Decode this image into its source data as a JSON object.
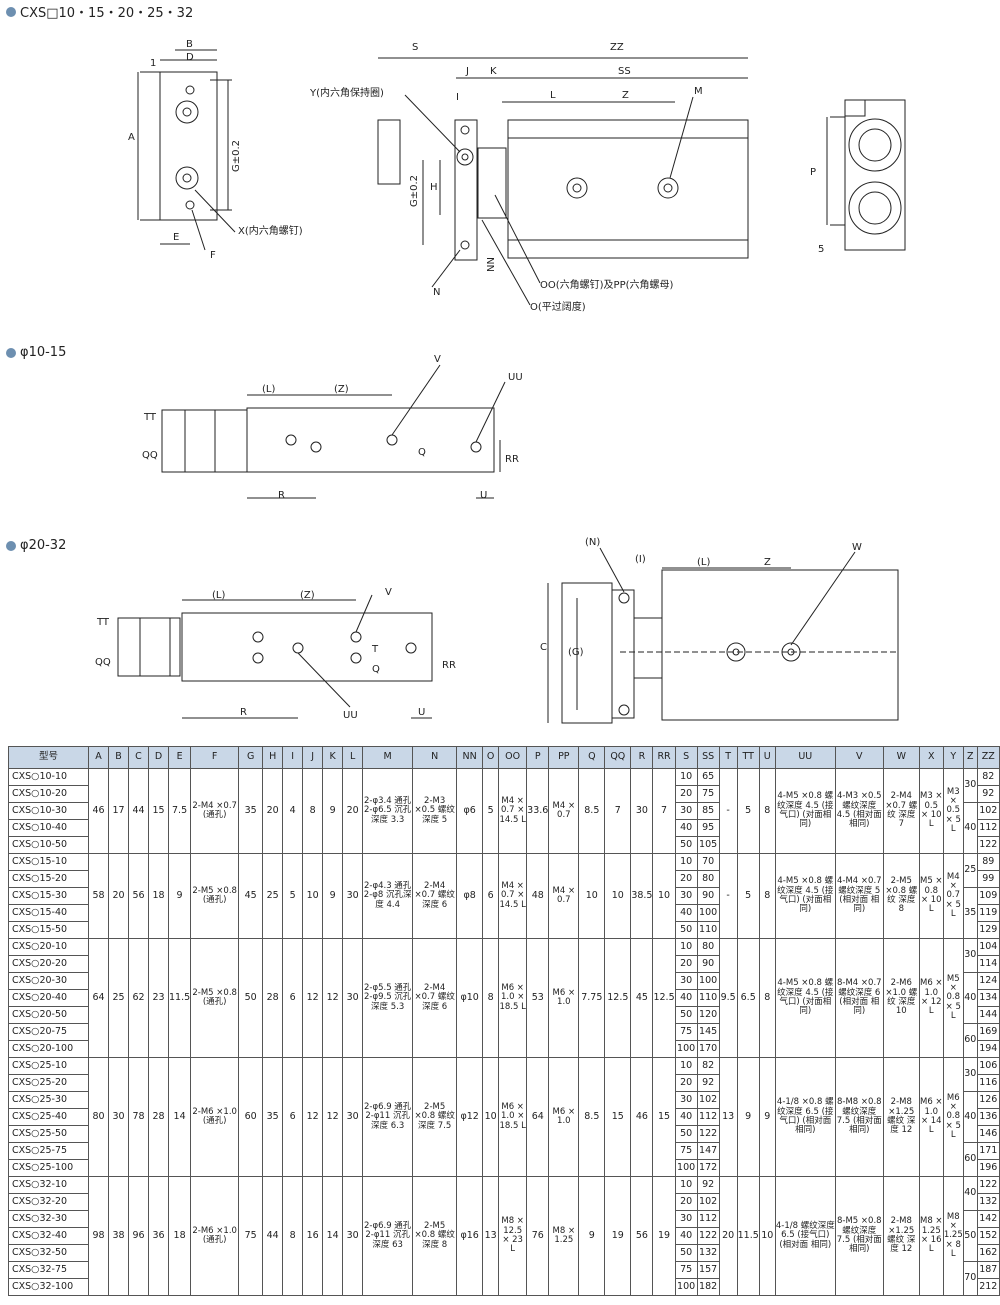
{
  "sections": {
    "s1": "CXS□10・15・20・25・32",
    "s2": "φ10-15",
    "s3": "φ20-32"
  },
  "diagram_labels": {
    "B": "B",
    "D": "D",
    "one": "1",
    "A": "A",
    "G": "G±0.2",
    "E": "E",
    "F": "F",
    "X": "X(内六角螺钉)",
    "S": "S",
    "ZZ": "ZZ",
    "J": "J",
    "K": "K",
    "SS": "SS",
    "L": "L",
    "Z": "Z",
    "M": "M",
    "I": "I",
    "Y": "Y(内六角保持圈)",
    "H": "H",
    "N": "N",
    "NN": "NN",
    "OO": "OO(六角螺钉)及PP(六角螺母)",
    "O": "O(平过阔度)",
    "P": "P",
    "five": "5",
    "Lp": "(L)",
    "Zp": "(Z)",
    "V": "V",
    "UU": "UU",
    "TT": "TT",
    "QQ": "QQ",
    "Q": "Q",
    "RR": "RR",
    "R": "R",
    "U": "U",
    "T": "T",
    "Np": "(N)",
    "Ip": "(I)",
    "W": "W",
    "C": "C",
    "Gp": "(G)"
  },
  "table": {
    "headers": [
      "型号",
      "A",
      "B",
      "C",
      "D",
      "E",
      "F",
      "G",
      "H",
      "I",
      "J",
      "K",
      "L",
      "M",
      "N",
      "NN",
      "O",
      "OO",
      "P",
      "PP",
      "Q",
      "QQ",
      "R",
      "RR",
      "S",
      "SS",
      "T",
      "TT",
      "U",
      "UU",
      "V",
      "W",
      "X",
      "Y",
      "Z",
      "ZZ"
    ],
    "groups": [
      {
        "models": [
          "CXS○10-10",
          "CXS○10-20",
          "CXS○10-30",
          "CXS○10-40",
          "CXS○10-50"
        ],
        "A": "46",
        "B": "17",
        "C": "44",
        "D": "15",
        "E": "7.5",
        "F": "2-M4 ×0.7 (通孔)",
        "G": "35",
        "H": "20",
        "I": "4",
        "J": "8",
        "K": "9",
        "L": "20",
        "M": "2-φ3.4 通孔 2-φ6.5 沉孔深度 3.3",
        "N": "2-M3 ×0.5 螺纹 深度 5",
        "NN": "φ6",
        "O": "5",
        "OO": "M4 × 0.7 × 14.5 L",
        "P": "33.6",
        "PP": "M4 × 0.7",
        "Q": "8.5",
        "QQ": "7",
        "R": "30",
        "RR": "7",
        "S": [
          "10",
          "20",
          "30",
          "40",
          "50"
        ],
        "SS": [
          "65",
          "75",
          "85",
          "95",
          "105"
        ],
        "T": "-",
        "TT": "5",
        "U": "8",
        "UU": "4-M5 ×0.8 螺纹深度 4.5 (接气口) (对面相同)",
        "V": "4-M3 ×0.5 螺纹深度 4.5 (相对面 相同)",
        "W": "2-M4 ×0.7 螺纹 深度 7",
        "X": "M3 × 0.5 × 10 L",
        "Y": "M3 × 0.5 × 5 L",
        "Z": [
          {
            "v": "30",
            "span": 2
          },
          {
            "v": "40",
            "span": 3
          }
        ],
        "ZZ": [
          "82",
          "92",
          "102",
          "112",
          "122"
        ]
      },
      {
        "models": [
          "CXS○15-10",
          "CXS○15-20",
          "CXS○15-30",
          "CXS○15-40",
          "CXS○15-50"
        ],
        "A": "58",
        "B": "20",
        "C": "56",
        "D": "18",
        "E": "9",
        "F": "2-M5 ×0.8 (通孔)",
        "G": "45",
        "H": "25",
        "I": "5",
        "J": "10",
        "K": "9",
        "L": "30",
        "M": "2-φ4.3 通孔 2-φ8 沉孔深度 4.4",
        "N": "2-M4 ×0.7 螺纹 深度 6",
        "NN": "φ8",
        "O": "6",
        "OO": "M4 × 0.7 × 14.5 L",
        "P": "48",
        "PP": "M4 × 0.7",
        "Q": "10",
        "QQ": "10",
        "R": "38.5",
        "RR": "10",
        "S": [
          "10",
          "20",
          "30",
          "40",
          "50"
        ],
        "SS": [
          "70",
          "80",
          "90",
          "100",
          "110"
        ],
        "T": "-",
        "TT": "5",
        "U": "8",
        "UU": "4-M5 ×0.8 螺纹深度 4.5 (接气口) (对面相同)",
        "V": "4-M4 ×0.7 螺纹深度 5 (相对面 相同)",
        "W": "2-M5 ×0.8 螺纹 深度 8",
        "X": "M5 × 0.8 × 10 L",
        "Y": "M4 × 0.7 × 5 L",
        "Z": [
          {
            "v": "25",
            "span": 2
          },
          {
            "v": "35",
            "span": 3
          }
        ],
        "ZZ": [
          "89",
          "99",
          "109",
          "119",
          "129"
        ]
      },
      {
        "models": [
          "CXS○20-10",
          "CXS○20-20",
          "CXS○20-30",
          "CXS○20-40",
          "CXS○20-50",
          "CXS○20-75",
          "CXS○20-100"
        ],
        "A": "64",
        "B": "25",
        "C": "62",
        "D": "23",
        "E": "11.5",
        "F": "2-M5 ×0.8 (通孔)",
        "G": "50",
        "H": "28",
        "I": "6",
        "J": "12",
        "K": "12",
        "L": "30",
        "M": "2-φ5.5 通孔 2-φ9.5 沉孔深度 5.3",
        "N": "2-M4 ×0.7 螺纹 深度 6",
        "NN": "φ10",
        "O": "8",
        "OO": "M6 × 1.0 × 18.5 L",
        "P": "53",
        "PP": "M6 × 1.0",
        "Q": "7.75",
        "QQ": "12.5",
        "R": "45",
        "RR": "12.5",
        "S": [
          "10",
          "20",
          "30",
          "40",
          "50",
          "75",
          "100"
        ],
        "SS": [
          "80",
          "90",
          "100",
          "110",
          "120",
          "145",
          "170"
        ],
        "T": "9.5",
        "TT": "6.5",
        "U": "8",
        "UU": "4-M5 ×0.8 螺纹深度 4.5 (接气口) (对面相同)",
        "V": "8-M4 ×0.7 螺纹深度 6 (相对面 相同)",
        "W": "2-M6 ×1.0 螺纹 深度 10",
        "X": "M6 × 1.0 × 12 L",
        "Y": "M5 × 0.8 × 5 L",
        "Z": [
          {
            "v": "30",
            "span": 2
          },
          {
            "v": "40",
            "span": 3
          },
          {
            "v": "60",
            "span": 2
          }
        ],
        "ZZ": [
          "104",
          "114",
          "124",
          "134",
          "144",
          "169",
          "194"
        ]
      },
      {
        "models": [
          "CXS○25-10",
          "CXS○25-20",
          "CXS○25-30",
          "CXS○25-40",
          "CXS○25-50",
          "CXS○25-75",
          "CXS○25-100"
        ],
        "A": "80",
        "B": "30",
        "C": "78",
        "D": "28",
        "E": "14",
        "F": "2-M6 ×1.0 (通孔)",
        "G": "60",
        "H": "35",
        "I": "6",
        "J": "12",
        "K": "12",
        "L": "30",
        "M": "2-φ6.9 通孔 2-φ11 沉孔深度 6.3",
        "N": "2-M5 ×0.8 螺纹 深度 7.5",
        "NN": "φ12",
        "O": "10",
        "OO": "M6 × 1.0 × 18.5 L",
        "P": "64",
        "PP": "M6 × 1.0",
        "Q": "8.5",
        "QQ": "15",
        "R": "46",
        "RR": "15",
        "S": [
          "10",
          "20",
          "30",
          "40",
          "50",
          "75",
          "100"
        ],
        "SS": [
          "82",
          "92",
          "102",
          "112",
          "122",
          "147",
          "172"
        ],
        "T": "13",
        "TT": "9",
        "U": "9",
        "UU": "4-1/8 ×0.8 螺纹深度 6.5 (接气口) (相对面 相同)",
        "V": "8-M8 ×0.8 螺纹深度 7.5 (相对面 相同)",
        "W": "2-M8 ×1.25 螺纹 深度 12",
        "X": "M6 × 1.0 × 14 L",
        "Y": "M6 × 0.8 × 5 L",
        "Z": [
          {
            "v": "30",
            "span": 2
          },
          {
            "v": "40",
            "span": 3
          },
          {
            "v": "60",
            "span": 2
          }
        ],
        "ZZ": [
          "106",
          "116",
          "126",
          "136",
          "146",
          "171",
          "196"
        ]
      },
      {
        "models": [
          "CXS○32-10",
          "CXS○32-20",
          "CXS○32-30",
          "CXS○32-40",
          "CXS○32-50",
          "CXS○32-75",
          "CXS○32-100"
        ],
        "A": "98",
        "B": "38",
        "C": "96",
        "D": "36",
        "E": "18",
        "F": "2-M6 ×1.0 (通孔)",
        "G": "75",
        "H": "44",
        "I": "8",
        "J": "16",
        "K": "14",
        "L": "30",
        "M": "2-φ6.9 通孔 2-φ11 沉孔深度 63",
        "N": "2-M5 ×0.8 螺纹 深度 8",
        "NN": "φ16",
        "O": "13",
        "OO": "M8 × 12.5 × 23 L",
        "P": "76",
        "PP": "M8 × 1.25",
        "Q": "9",
        "QQ": "19",
        "R": "56",
        "RR": "19",
        "S": [
          "10",
          "20",
          "30",
          "40",
          "50",
          "75",
          "100"
        ],
        "SS": [
          "92",
          "102",
          "112",
          "122",
          "132",
          "157",
          "182"
        ],
        "T": "20",
        "TT": "11.5",
        "U": "10",
        "UU": "4-1/8 螺纹深度 6.5 (接气口) (相对面 相同)",
        "V": "8-M5 ×0.8 螺纹深度 7.5 (相对面 相同)",
        "W": "2-M8 ×1.25 螺纹 深度 12",
        "X": "M8 × 1.25 × 16 L",
        "Y": "M8 × 1.25 × 8 L",
        "Z": [
          {
            "v": "40",
            "span": 2
          },
          {
            "v": "50",
            "span": 3
          },
          {
            "v": "70",
            "span": 2
          }
        ],
        "ZZ": [
          "122",
          "132",
          "142",
          "152",
          "162",
          "187",
          "212"
        ]
      }
    ]
  }
}
